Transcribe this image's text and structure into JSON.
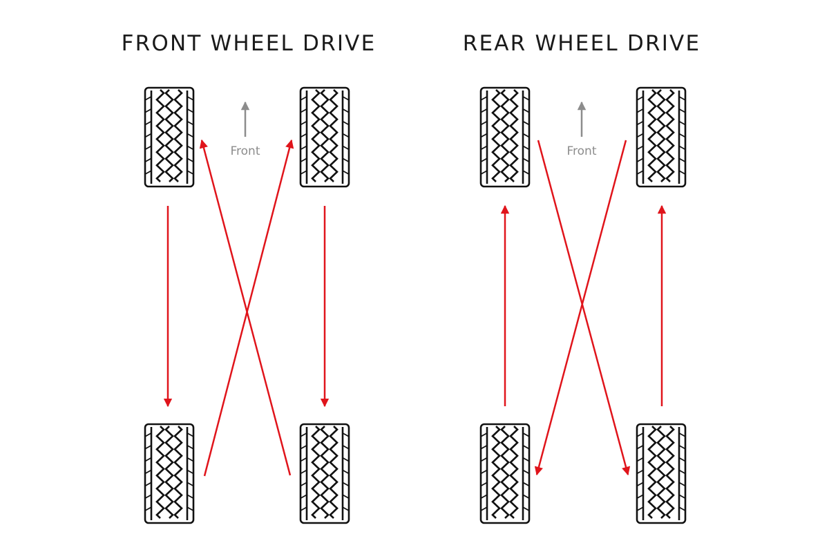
{
  "diagrams": [
    {
      "id": "fwd",
      "title": "FRONT WHEEL DRIVE",
      "direction_label": "Front",
      "rotation": [
        {
          "from": "front-left",
          "to": "rear-left"
        },
        {
          "from": "front-right",
          "to": "rear-right"
        },
        {
          "from": "rear-left",
          "to": "front-right"
        },
        {
          "from": "rear-right",
          "to": "front-left"
        }
      ]
    },
    {
      "id": "rwd",
      "title": "REAR WHEEL DRIVE",
      "direction_label": "Front",
      "rotation": [
        {
          "from": "rear-left",
          "to": "front-left"
        },
        {
          "from": "rear-right",
          "to": "front-right"
        },
        {
          "from": "front-left",
          "to": "rear-right"
        },
        {
          "from": "front-right",
          "to": "rear-left"
        }
      ]
    }
  ],
  "colors": {
    "arrow": "#e0141b",
    "tire": "#111111",
    "front_indicator": "#8c8c8c",
    "title": "#1a1a1a"
  },
  "icons": {
    "tire": "tire-tread-icon",
    "front_arrow": "up-arrow-icon"
  }
}
